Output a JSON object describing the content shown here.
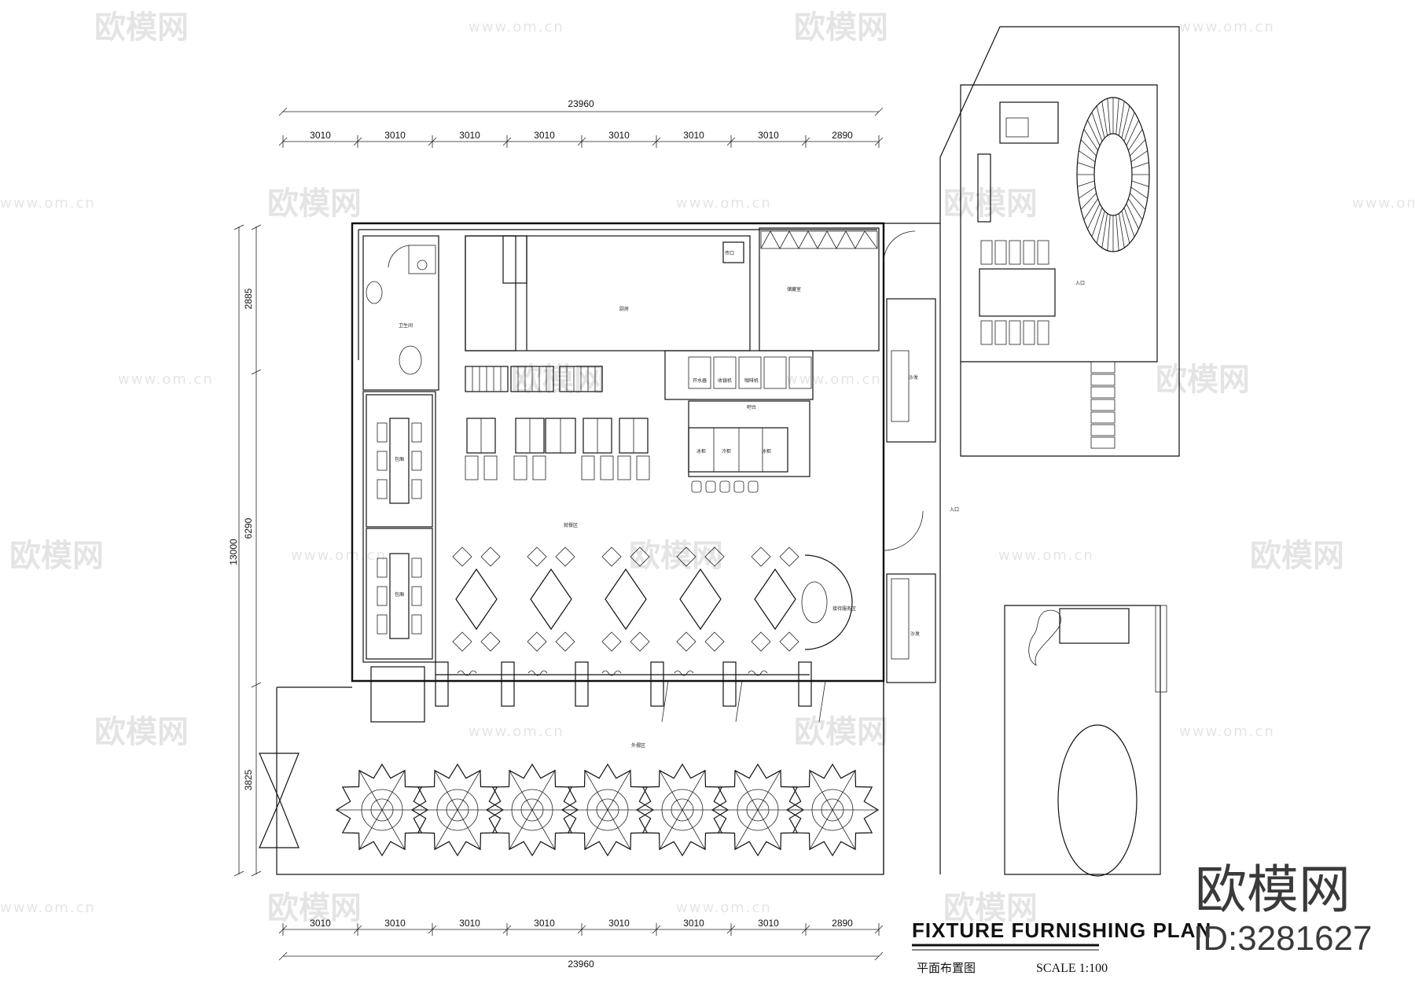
{
  "dimensions": {
    "top_total": "23960",
    "top_segments": [
      "3010",
      "3010",
      "3010",
      "3010",
      "3010",
      "3010",
      "3010",
      "2890"
    ],
    "bottom_total": "23960",
    "bottom_segments": [
      "3010",
      "3010",
      "3010",
      "3010",
      "3010",
      "3010",
      "3010",
      "2890"
    ],
    "left_total": "13000",
    "left_segments": [
      "2885",
      "6290",
      "3825"
    ]
  },
  "rooms": {
    "washroom": "卫生间",
    "kitchen": "厨房",
    "storage": "储藏室",
    "pass": "传口",
    "main_dining": "就餐区",
    "private_room_1": "包厢",
    "private_room_2": "包厢",
    "bar": "吧台",
    "outdoor": "外摆区",
    "sofa_1": "沙发",
    "sofa_2": "沙发",
    "entrance_side": "入口",
    "entrance_top": "入口",
    "reception": "接待服务区",
    "counter_items": [
      "冰柜",
      "冷柜",
      "冰柜"
    ],
    "shelf_items": [
      "开水器",
      "收银机",
      "咖啡机"
    ]
  },
  "title": {
    "english": "FIXTURE FURNISHING PLAN",
    "chinese": "平面布置图",
    "scale": "SCALE 1:100"
  },
  "branding": {
    "logo_text": "欧模网",
    "id_text": "ID:3281627",
    "watermark_url": "www.om.cn",
    "watermark_logo": "欧模网"
  }
}
